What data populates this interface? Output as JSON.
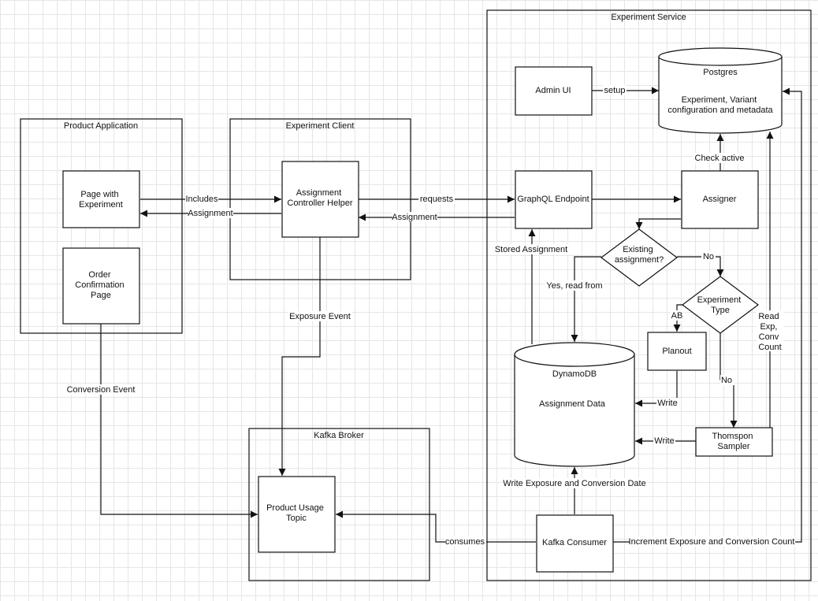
{
  "containers": {
    "product_app": "Product Application",
    "experiment_client": "Experiment Client",
    "experiment_service": "Experiment Service",
    "kafka_broker": "Kafka Broker"
  },
  "nodes": {
    "page_with_experiment": [
      "Page with",
      "Experiment"
    ],
    "order_confirmation": [
      "Order",
      "Confirmation",
      "Page"
    ],
    "assignment_controller": [
      "Assignment",
      "Controller Helper"
    ],
    "admin_ui": "Admin UI",
    "postgres_title": "Postgres",
    "postgres_body": [
      "Experiment, Variant",
      "configuration and metadata"
    ],
    "graphql_endpoint": "GraphQL Endpoint",
    "assigner": "Assigner",
    "existing_assignment": [
      "Existing",
      "assignment?"
    ],
    "experiment_type": [
      "Experiment",
      "Type"
    ],
    "planout": "Planout",
    "dynamodb_title": "DynamoDB",
    "dynamodb_body": "Assignment Data",
    "thompson_sampler": [
      "Thomspon",
      "Sampler"
    ],
    "product_usage_topic": [
      "Product Usage",
      "Topic"
    ],
    "kafka_consumer": "Kafka Consumer"
  },
  "edges": {
    "includes": "Includes",
    "assignment_back": "Assignment",
    "requests": "requests",
    "assignment_return": "Assignment",
    "setup": "setup",
    "check_active": "Check active",
    "stored_assignment": "Stored Assignment",
    "no_existing": "No",
    "yes_read_from": "Yes, read from",
    "ab": "AB",
    "no_type": "No",
    "write_planout": "Write",
    "write_thompson": "Write",
    "read_counts": [
      "Read",
      "Exp,",
      "Conv",
      "Count"
    ],
    "exposure_event": "Exposure Event",
    "conversion_event": "Conversion Event",
    "consumes": "consumes",
    "write_exposure": "Write Exposure and Conversion Date",
    "increment_counts": "Increment Exposure and Conversion Count"
  }
}
